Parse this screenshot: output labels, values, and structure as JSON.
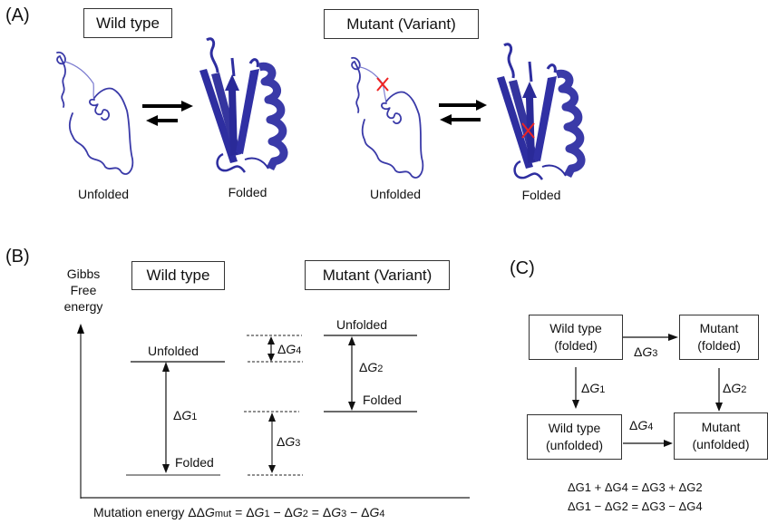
{
  "panels": {
    "a": {
      "label": "(A)",
      "wild_type_title": "Wild type",
      "mutant_title": "Mutant (Variant)",
      "wild_unfolded_label": "Unfolded",
      "wild_folded_label": "Folded",
      "mutant_unfolded_label": "Unfolded",
      "mutant_folded_label": "Folded",
      "protein_color": "#3a3aa8",
      "mutation_mark_color": "#ee2222"
    },
    "b": {
      "label": "(B)",
      "y_axis_label_lines": [
        "Gibbs",
        "Free",
        "energy"
      ],
      "wild_type_title": "Wild type",
      "mutant_title": "Mutant (Variant)",
      "wild_unfolded": "Unfolded",
      "wild_folded": "Folded",
      "mutant_unfolded": "Unfolded",
      "mutant_folded": "Folded",
      "dg1": {
        "delta": "Δ",
        "g": "G",
        "n": "1"
      },
      "dg2": {
        "delta": "Δ",
        "g": "G",
        "n": "2"
      },
      "dg3": {
        "delta": "Δ",
        "g": "G",
        "n": "3"
      },
      "dg4": {
        "delta": "Δ",
        "g": "G",
        "n": "4"
      },
      "footer": {
        "prefix": "Mutation energy ΔΔ",
        "g": "G",
        "sub": "mut",
        "eq1": " = Δ",
        "g1": "G",
        "n1": "1",
        "minus1": " − Δ",
        "g2": "G",
        "n2": "2",
        "eq2": " = Δ",
        "g3": "G",
        "n3": "3",
        "minus2": " − Δ",
        "g4": "G",
        "n4": "4"
      }
    },
    "c": {
      "label": "(C)",
      "boxes": {
        "wt_folded": [
          "Wild type",
          "(folded)"
        ],
        "mut_folded": [
          "Mutant",
          "(folded)"
        ],
        "wt_unfolded": [
          "Wild type",
          "(unfolded)"
        ],
        "mut_unfolded": [
          "Mutant",
          "(unfolded)"
        ]
      },
      "dg1": {
        "delta": "Δ",
        "g": "G",
        "n": "1"
      },
      "dg2": {
        "delta": "Δ",
        "g": "G",
        "n": "2"
      },
      "dg3": {
        "delta": "Δ",
        "g": "G",
        "n": "3"
      },
      "dg4": {
        "delta": "Δ",
        "g": "G",
        "n": "4"
      },
      "equation1": "ΔG1 + ΔG4 = ΔG3 + ΔG2",
      "equation2": "ΔG1 − ΔG2 = ΔG3 − ΔG4"
    }
  }
}
